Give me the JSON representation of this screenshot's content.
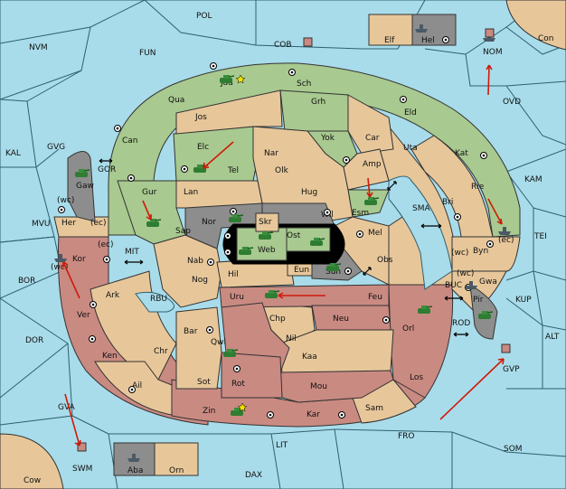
{
  "regions": {
    "pol": "POL",
    "nvm": "NVM",
    "fun": "FUN",
    "cob": "COB",
    "elf": "Elf",
    "hel": "Hel",
    "nom": "NOM",
    "con": "Con",
    "ovd": "OVD",
    "kal": "KAL",
    "gvg": "GVG",
    "gor": "GOR",
    "gaw": "Gaw",
    "jad": "Jad",
    "sch": "Sch",
    "qua": "Qua",
    "jos": "Jos",
    "grh": "Grh",
    "eld": "Eld",
    "can": "Can",
    "elc": "Elc",
    "nar": "Nar",
    "yok": "Yok",
    "car": "Car",
    "uta": "Uta",
    "kat": "Kat",
    "tel": "Tel",
    "olk": "Olk",
    "amp": "Amp",
    "kam": "KAM",
    "gur": "Gur",
    "lan": "Lan",
    "hug": "Hug",
    "esm": "Esm",
    "rie": "Rie",
    "sma": "SMA",
    "bri": "Bri",
    "mvu": "MVU",
    "her": "Her",
    "nor": "Nor",
    "wil": "Wil",
    "sap": "Sap",
    "skr": "Skr",
    "ost": "Ost",
    "mel": "Mel",
    "tei": "TEI",
    "web": "Web",
    "byn": "Byn",
    "kor": "Kor",
    "mit": "MIT",
    "nab": "Nab",
    "obs": "Obs",
    "eun": "Eun",
    "sun": "Sun",
    "gwa": "Gwa",
    "buc": "BUC",
    "bor": "BOR",
    "ark": "Ark",
    "hil": "Hil",
    "nog": "Nog",
    "kup": "KUP",
    "rbu": "RBU",
    "uru": "Uru",
    "feu": "Feu",
    "pir": "Pir",
    "ver": "Ver",
    "chp": "Chp",
    "neu": "Neu",
    "orl": "Orl",
    "rod": "ROD",
    "dor": "DOR",
    "bar": "Bar",
    "nil": "Nil",
    "alt": "ALT",
    "qwi": "Qwi",
    "ken": "Ken",
    "chr": "Chr",
    "kaa": "Kaa",
    "gvp": "GVP",
    "sot": "Sot",
    "ail": "Ail",
    "rot": "Rot",
    "mou": "Mou",
    "los": "Los",
    "gva": "GVA",
    "sam": "Sam",
    "zin": "Zin",
    "kar": "Kar",
    "fro": "FRO",
    "som": "SOM",
    "lit": "LIT",
    "swm": "SWM",
    "aba": "Aba",
    "orn": "Orn",
    "dax": "DAX",
    "cow": "Cow"
  },
  "coasts": {
    "wc": "(wc)",
    "ec": "(ec)"
  },
  "colors": {
    "sea": "#a9dcea",
    "green": "#a8c98f",
    "tan": "#e7c79a",
    "rose": "#c98a82",
    "grey": "#8d8d8d",
    "arrow": "#d01a0a",
    "tank": "#2e7d32"
  }
}
